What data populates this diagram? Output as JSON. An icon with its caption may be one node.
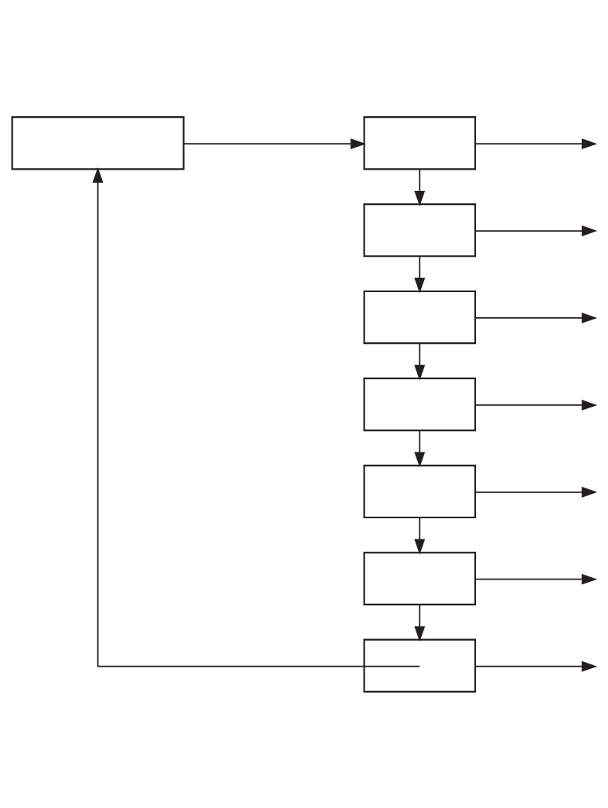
{
  "diagram": {
    "nodes": [
      {
        "text": [],
        "shape": "box"
      },
      {
        "text": [],
        "shape": "box"
      },
      {
        "text": [],
        "shape": "box"
      },
      {
        "text": [],
        "shape": "box"
      },
      {
        "text": [],
        "shape": "box"
      },
      {
        "text": [],
        "shape": "box"
      },
      {
        "text": [],
        "shape": "box"
      },
      {
        "text": [],
        "shape": "box"
      }
    ],
    "edges": [
      {
        "from": 0,
        "to": 1,
        "arrow": "to"
      },
      {
        "from": 1,
        "to": 2,
        "arrow": "to"
      },
      {
        "from": 2,
        "to": 3,
        "arrow": "to"
      },
      {
        "from": 3,
        "to": 4,
        "arrow": "to"
      },
      {
        "from": 4,
        "to": 5,
        "arrow": "to"
      },
      {
        "from": 5,
        "to": 6,
        "arrow": "to"
      },
      {
        "from": 6,
        "to": 7,
        "arrow": "to"
      },
      {
        "from": 7,
        "to": 0,
        "arrow": "to"
      },
      {
        "from": 1,
        "to": null,
        "arrow": "to"
      },
      {
        "from": 2,
        "to": null,
        "arrow": "to"
      },
      {
        "from": 3,
        "to": null,
        "arrow": "to"
      },
      {
        "from": 4,
        "to": null,
        "arrow": "to"
      },
      {
        "from": 5,
        "to": null,
        "arrow": "to"
      },
      {
        "from": 6,
        "to": null,
        "arrow": "to"
      },
      {
        "from": 7,
        "to": null,
        "arrow": "to"
      }
    ]
  }
}
